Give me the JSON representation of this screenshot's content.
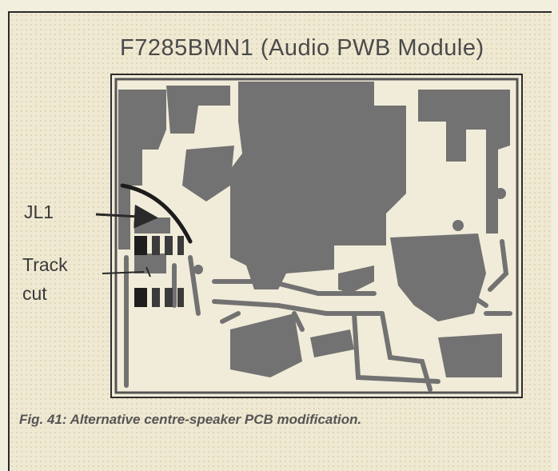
{
  "title": "F7285BMN1 (Audio PWB Module)",
  "labels": {
    "jl1": "JL1",
    "track_line1": "Track",
    "track_line2": "cut"
  },
  "caption": "Fig. 41: Alternative centre-speaker PCB modification.",
  "colors": {
    "copper": "#6f6f6f",
    "board": "#f1ecd9",
    "outline": "#3b3b3b",
    "link": "#222222"
  }
}
